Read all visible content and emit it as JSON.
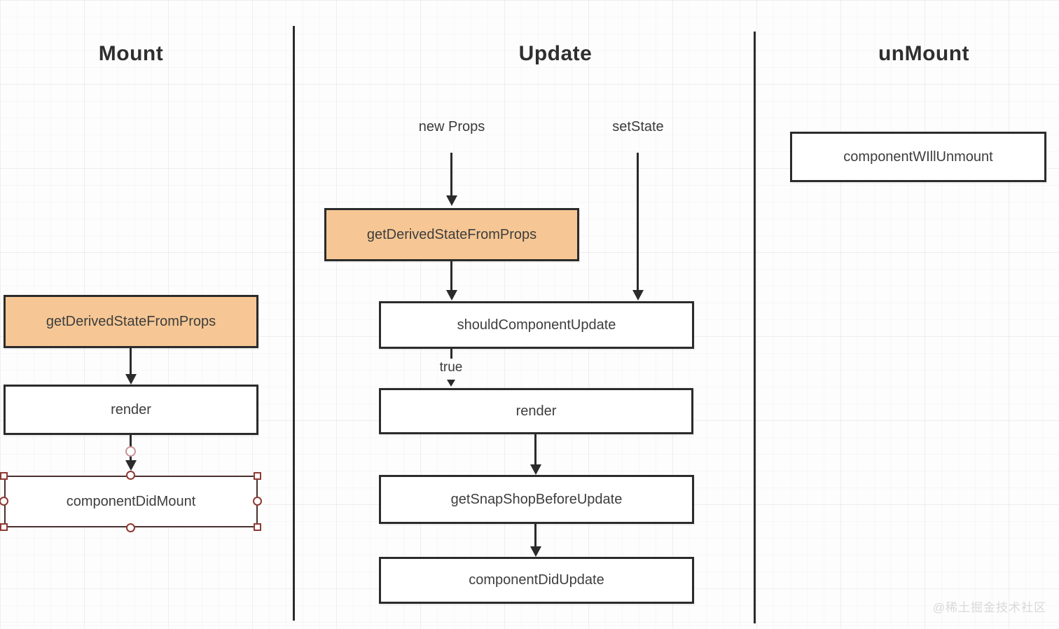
{
  "diagram": {
    "columns": [
      {
        "title": "Mount"
      },
      {
        "title": "Update"
      },
      {
        "title": "unMount"
      }
    ],
    "mount": {
      "getDerivedStateFromProps": "getDerivedStateFromProps",
      "render": "render",
      "componentDidMount": "componentDidMount"
    },
    "update": {
      "newProps": "new Props",
      "setState": "setState",
      "getDerivedStateFromProps": "getDerivedStateFromProps",
      "shouldComponentUpdate": "shouldComponentUpdate",
      "trueLabel": "true",
      "render": "render",
      "getSnapShopBeforeUpdate": "getSnapShopBeforeUpdate",
      "componentDidUpdate": "componentDidUpdate"
    },
    "unmount": {
      "componentWIllUnmount": "componentWIllUnmount"
    }
  },
  "watermark": "@稀土掘金技术社区",
  "colors": {
    "node_fill": "#ffffff",
    "node_fill_accent": "#f6c794",
    "stroke": "#2b2b2b",
    "selection": "#8e3a33",
    "text": "#3d3d3d",
    "watermark": "#d9d9d9"
  }
}
